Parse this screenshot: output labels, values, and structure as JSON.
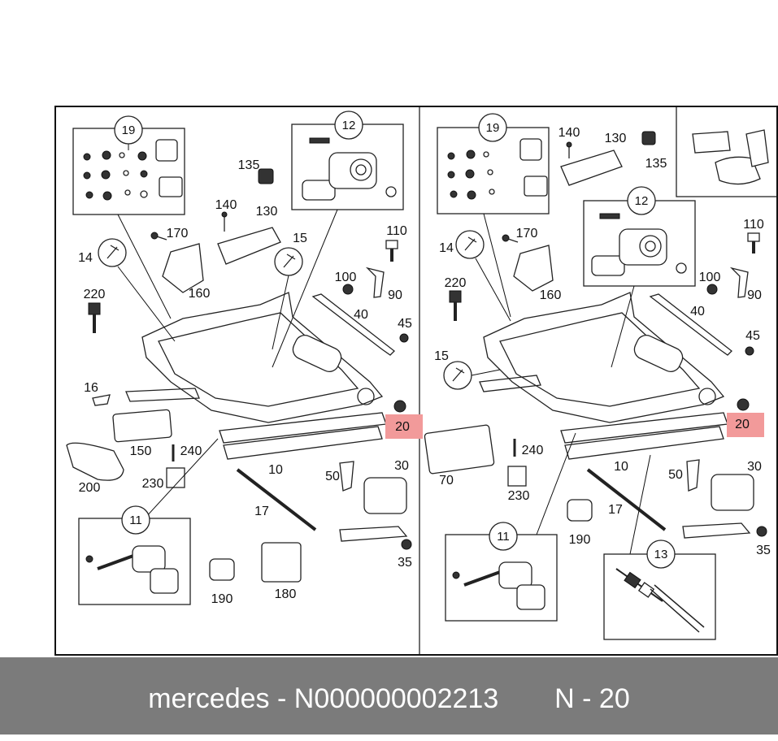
{
  "footer": {
    "brand": "mercedes",
    "separator": "-",
    "part_number": "N000000002213",
    "position_code": "N - 20"
  },
  "left_panel": {
    "callouts": [
      "19",
      "12",
      "135",
      "140",
      "130",
      "170",
      "15",
      "14",
      "110",
      "100",
      "90",
      "220",
      "160",
      "40",
      "45",
      "16",
      "20",
      "150",
      "240",
      "10",
      "30",
      "230",
      "50",
      "200",
      "17",
      "11",
      "35",
      "190",
      "180"
    ],
    "highlighted": "20",
    "highlight_color": "#f29a9a"
  },
  "right_panel": {
    "callouts": [
      "19",
      "140",
      "130",
      "135",
      "12",
      "110",
      "170",
      "14",
      "220",
      "100",
      "90",
      "160",
      "40",
      "45",
      "15",
      "20",
      "240",
      "70",
      "10",
      "30",
      "230",
      "50",
      "17",
      "11",
      "190",
      "13",
      "35"
    ],
    "highlighted": "20",
    "highlight_color": "#f29a9a"
  },
  "colors": {
    "footer_bg": "#7b7b7b",
    "footer_text": "#ffffff",
    "line": "#111111"
  }
}
